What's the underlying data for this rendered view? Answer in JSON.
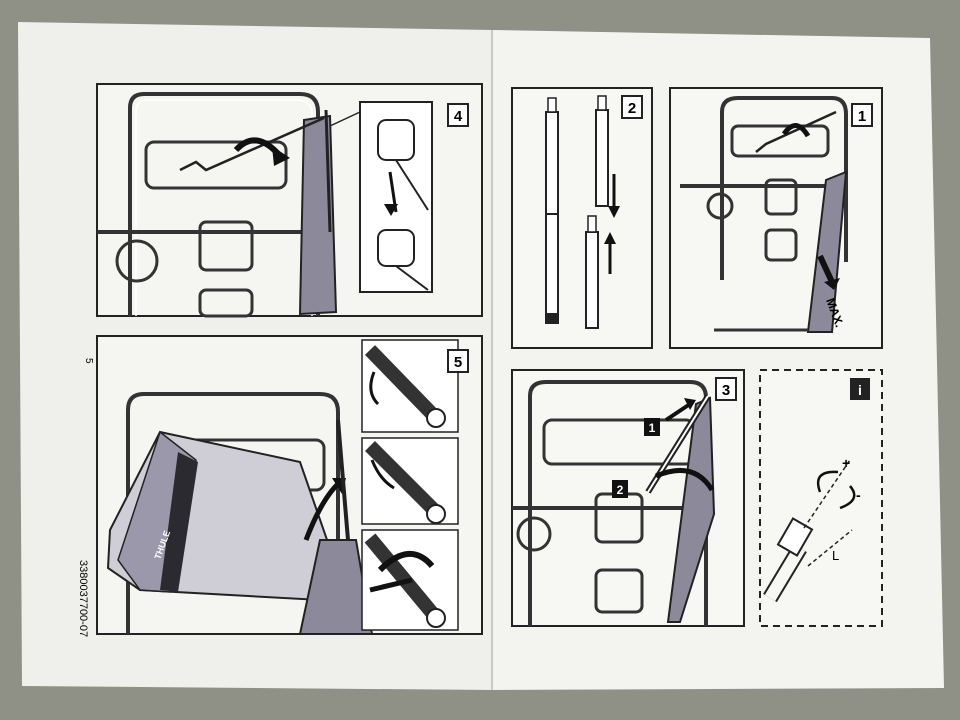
{
  "steps": {
    "s1": "1",
    "s2": "2",
    "s3": "3",
    "s4": "4",
    "s5": "5",
    "info": "i"
  },
  "labels": {
    "max": "MAX.",
    "plus": "+",
    "minus": "-",
    "length": "L",
    "callout1": "1",
    "callout2": "2",
    "brand": "THULE"
  },
  "page_number": "5",
  "doc_code": "3380037700-07",
  "colors": {
    "paper": "#f2f2ef",
    "line": "#222222",
    "fabric": "#8c8a9a",
    "background": "#8f9086"
  }
}
